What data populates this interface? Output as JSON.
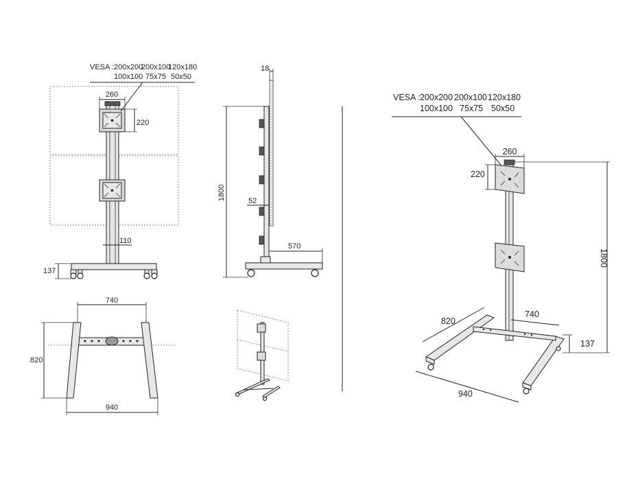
{
  "vesa_table": {
    "prefix": "VESA :",
    "row1": [
      "200x200",
      "200x100",
      "120x180"
    ],
    "row2": [
      "100x100",
      "75x75",
      "50x50"
    ]
  },
  "front_view": {
    "plate_width": "260",
    "plate_height": "220",
    "column_width": "110",
    "base_height": "137"
  },
  "side_view": {
    "panel_thickness": "18",
    "total_height": "1800",
    "wall_offset": "52",
    "base_depth": "570"
  },
  "top_view": {
    "inner_width": "740",
    "outer_width": "940",
    "depth": "820"
  },
  "iso_view": {
    "plate_width": "260",
    "plate_height": "220",
    "total_height": "1800",
    "inner_width": "740",
    "depth": "820",
    "outer_width": "940",
    "base_height": "137"
  },
  "colors": {
    "line": "#222222",
    "metal": "#e7e7e7",
    "display_outline": "#888888"
  }
}
